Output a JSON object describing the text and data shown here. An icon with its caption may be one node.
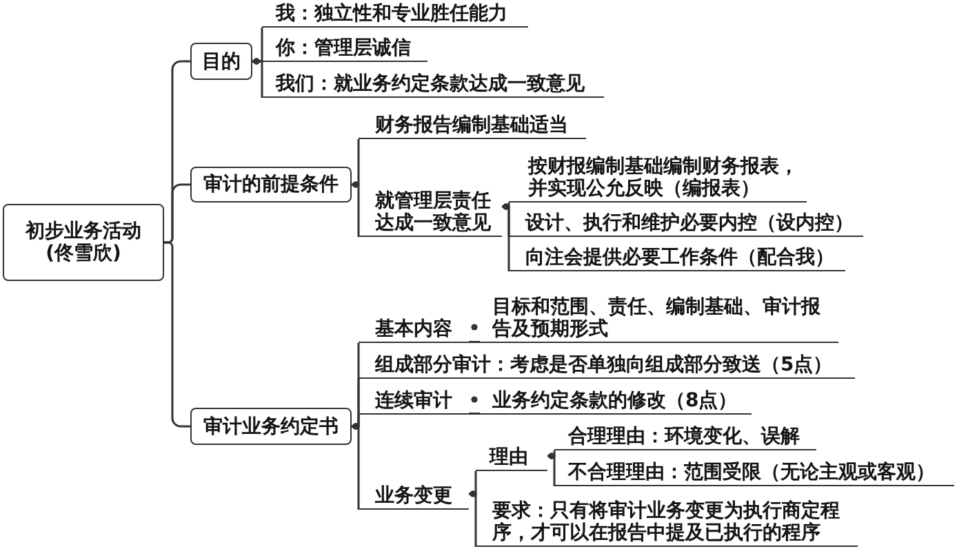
{
  "diagram": {
    "nodes": [
      {
        "text": [
          "初步业务活动(佟雪欣)"
        ]
      },
      {
        "text": [
          "目的"
        ]
      },
      {
        "text": [
          "我：独立性和专业胜任能力"
        ]
      },
      {
        "text": [
          "你：管理层诚信"
        ]
      },
      {
        "text": [
          "我们：就业务约定条款达成一致意见"
        ]
      },
      {
        "text": [
          "审计的前提条件"
        ]
      },
      {
        "text": [
          "财务报告编制基础适当"
        ]
      },
      {
        "text": [
          "就管理层责任达成一致意见"
        ]
      },
      {
        "text": [
          "按财报编制基础编制财务报表，并实现公允反映（编报表）"
        ]
      },
      {
        "text": [
          "设计、执行和维护必要内控（设内控）"
        ]
      },
      {
        "text": [
          "向注会提供必要工作条件（配合我）"
        ]
      },
      {
        "text": [
          "审计业务约定书"
        ]
      },
      {
        "text": [
          "基本内容"
        ]
      },
      {
        "text": [
          "目标和范围、责任、编制基础、审计报告及预期形式"
        ]
      },
      {
        "text": [
          "组成部分审计：考虑是否单独向组成部分致送（5点）"
        ]
      },
      {
        "text": [
          "连续审计"
        ]
      },
      {
        "text": [
          "业务约定条款的修改（8点）"
        ]
      },
      {
        "text": [
          "业务变更"
        ]
      },
      {
        "text": [
          "理由"
        ]
      },
      {
        "text": [
          "合理理由：环境变化、误解"
        ]
      },
      {
        "text": [
          "不合理理由：范围受限（无论主观或客观）"
        ]
      },
      {
        "text": [
          "要求：只有将审计业务变更为执行商定程序，才可以在报告中提及已执行的程序"
        ]
      }
    ],
    "edges": [
      {
        "from": 0,
        "to": 1,
        "arrow": "none"
      },
      {
        "from": 0,
        "to": 5,
        "arrow": "none"
      },
      {
        "from": 0,
        "to": 11,
        "arrow": "none"
      },
      {
        "from": 1,
        "to": 2,
        "arrow": "other"
      },
      {
        "from": 1,
        "to": 3,
        "arrow": "other"
      },
      {
        "from": 1,
        "to": 4,
        "arrow": "other"
      },
      {
        "from": 5,
        "to": 6,
        "arrow": "other"
      },
      {
        "from": 5,
        "to": 7,
        "arrow": "other"
      },
      {
        "from": 7,
        "to": 8,
        "arrow": "other"
      },
      {
        "from": 7,
        "to": 9,
        "arrow": "other"
      },
      {
        "from": 7,
        "to": 10,
        "arrow": "other"
      },
      {
        "from": 11,
        "to": 12,
        "arrow": "other"
      },
      {
        "from": 11,
        "to": 14,
        "arrow": "other"
      },
      {
        "from": 11,
        "to": 15,
        "arrow": "other"
      },
      {
        "from": 11,
        "to": 17,
        "arrow": "other"
      },
      {
        "from": 12,
        "to": 13,
        "arrow": "other"
      },
      {
        "from": 15,
        "to": 16,
        "arrow": "other"
      },
      {
        "from": 17,
        "to": 18,
        "arrow": "other"
      },
      {
        "from": 17,
        "to": 21,
        "arrow": "other"
      },
      {
        "from": 18,
        "to": 19,
        "arrow": "other"
      },
      {
        "from": 18,
        "to": 20,
        "arrow": "other"
      }
    ]
  }
}
